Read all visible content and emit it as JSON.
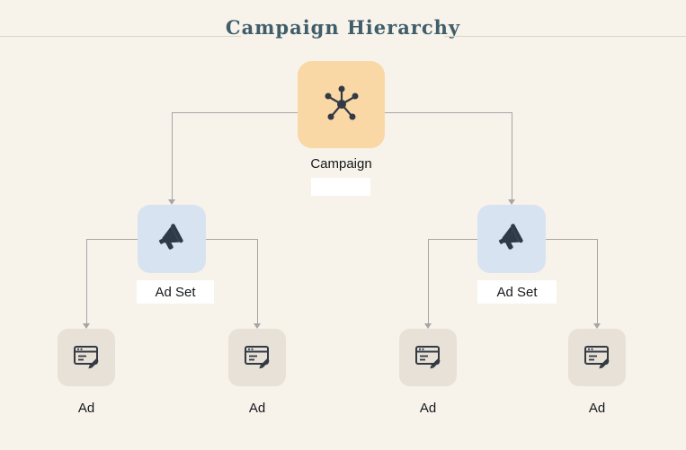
{
  "title": "Campaign Hierarchy",
  "colors": {
    "background": "#f7f2ea",
    "title_text": "#3f5e6a",
    "campaign_box": "#f9d8a6",
    "ad_set_box": "#d8e3f1",
    "ad_box": "#e8e1d7",
    "connector": "#a6a6a6",
    "icon_dark": "#333a44"
  },
  "nodes": {
    "campaign": {
      "label": "Campaign",
      "icon": "network-hub-icon"
    },
    "ad_sets": [
      {
        "label": "Ad Set",
        "icon": "megaphone-icon"
      },
      {
        "label": "Ad Set",
        "icon": "megaphone-icon"
      }
    ],
    "ads": [
      {
        "label": "Ad",
        "icon": "ad-browser-icon"
      },
      {
        "label": "Ad",
        "icon": "ad-browser-icon"
      },
      {
        "label": "Ad",
        "icon": "ad-browser-icon"
      },
      {
        "label": "Ad",
        "icon": "ad-browser-icon"
      }
    ]
  }
}
